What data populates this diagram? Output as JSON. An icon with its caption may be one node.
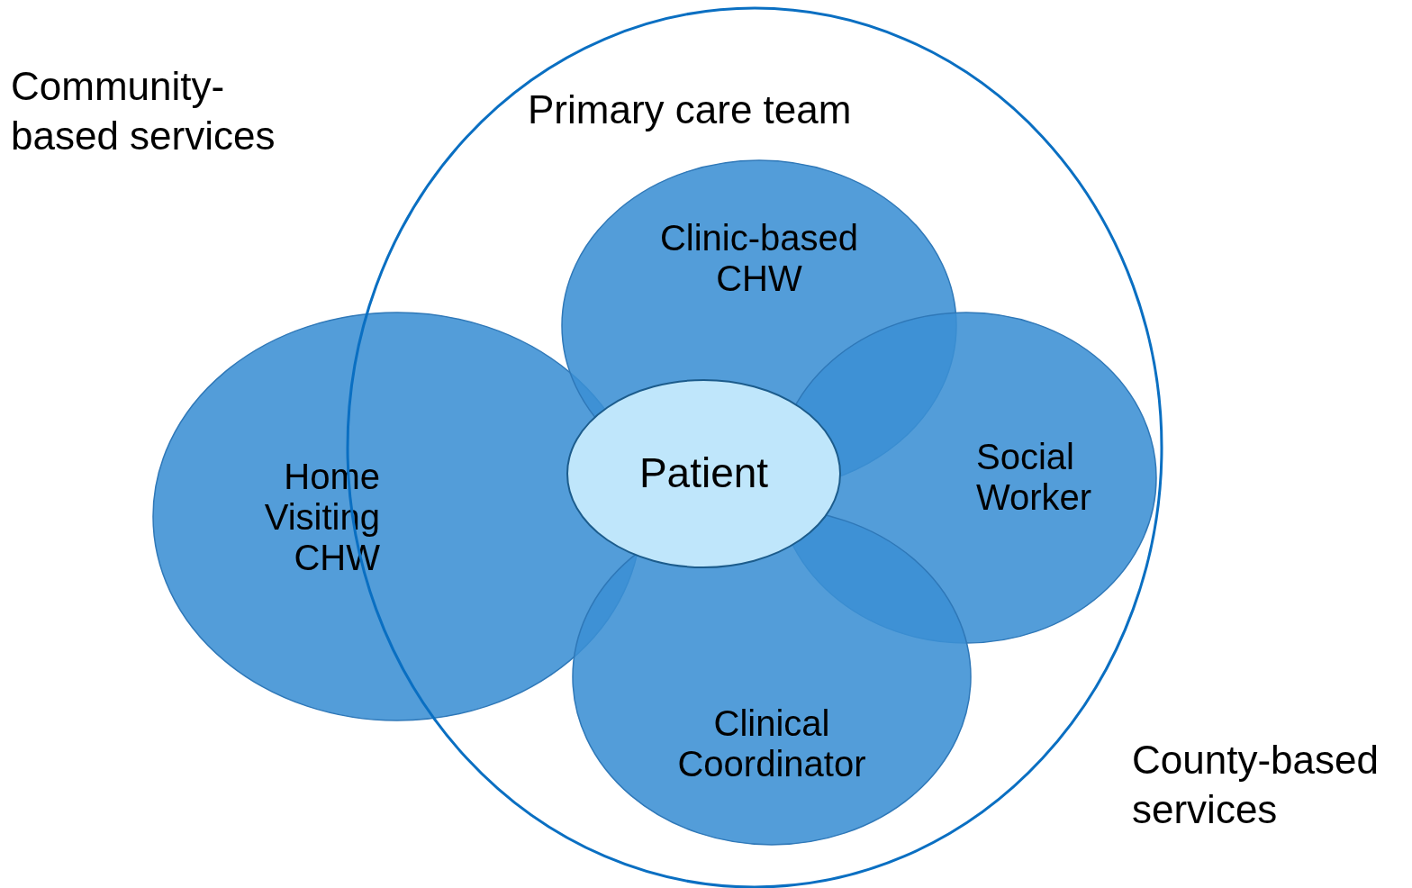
{
  "diagram": {
    "nodes": [
      {
        "text": [
          "Primary care team"
        ]
      },
      {
        "text": [
          "Clinic-based CHW"
        ],
        "in": 0
      },
      {
        "text": [
          "Home Visiting CHW"
        ]
      },
      {
        "text": [
          "Social Worker"
        ],
        "in": 0
      },
      {
        "text": [
          "Patient"
        ],
        "in": 0
      },
      {
        "text": [
          "Clinical Coordinator"
        ],
        "in": 0
      }
    ],
    "labels": [
      "Community-based services",
      "County-based services"
    ]
  }
}
